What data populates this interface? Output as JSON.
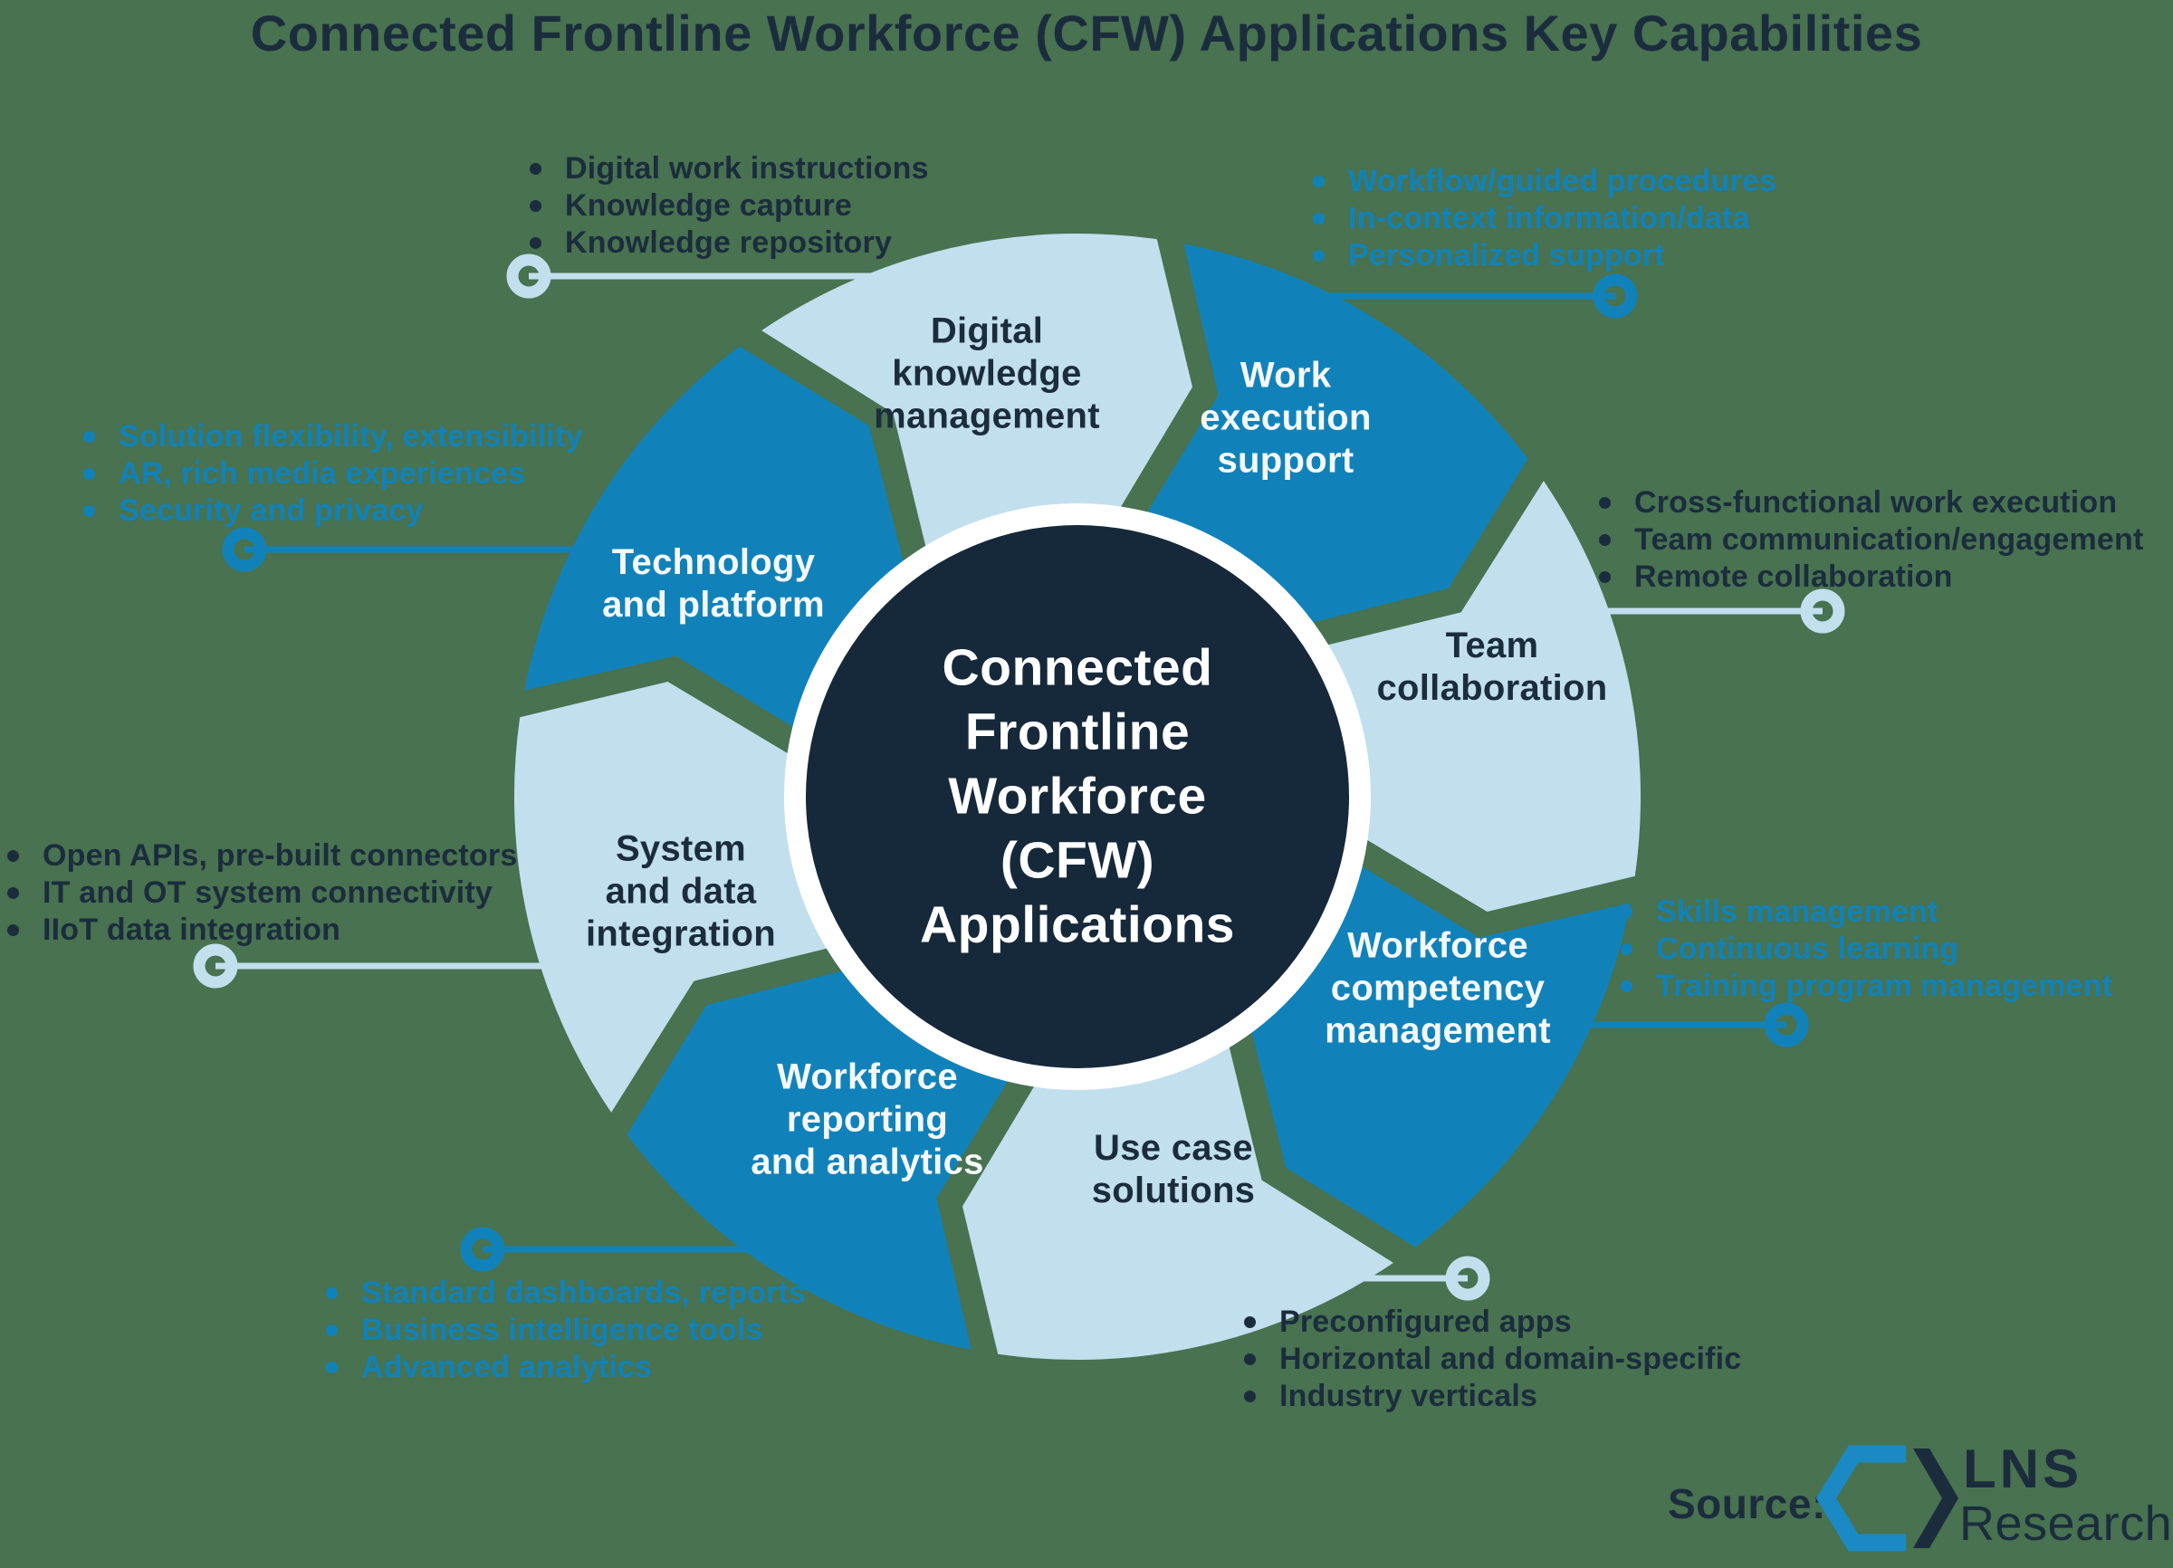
{
  "title": "Connected Frontline Workforce (CFW) Applications Key Capabilities",
  "center": {
    "label": "Connected\nFrontline\nWorkforce\n(CFW)\nApplications"
  },
  "segments": [
    {
      "id": "digital-knowledge-management",
      "label": "Digital\nknowledge\nmanagement",
      "bullets": [
        "Digital work instructions",
        "Knowledge capture",
        "Knowledge repository"
      ]
    },
    {
      "id": "work-execution-support",
      "label": "Work\nexecution\nsupport",
      "bullets": [
        "Workflow/guided procedures",
        "In-context information/data",
        "Personalized support"
      ]
    },
    {
      "id": "team-collaboration",
      "label": "Team\ncollaboration",
      "bullets": [
        "Cross-functional work execution",
        "Team communication/engagement",
        "Remote collaboration"
      ]
    },
    {
      "id": "workforce-competency-management",
      "label": "Workforce\ncompetency\nmanagement",
      "bullets": [
        "Skills management",
        "Continuous learning",
        "Training program management"
      ]
    },
    {
      "id": "use-case-solutions",
      "label": "Use case\nsolutions",
      "bullets": [
        "Preconfigured apps",
        "Horizontal and domain-specific",
        "Industry verticals"
      ]
    },
    {
      "id": "workforce-reporting-and-analytics",
      "label": "Workforce\nreporting\nand analytics",
      "bullets": [
        "Standard dashboards, reports",
        "Business intelligence tools",
        "Advanced analytics"
      ]
    },
    {
      "id": "system-and-data-integration",
      "label": "System\nand data\nintegration",
      "bullets": [
        "Open APIs, pre-built connectors",
        "IT and OT system connectivity",
        "IIoT data integration"
      ]
    },
    {
      "id": "technology-and-platform",
      "label": "Technology\nand platform",
      "bullets": [
        "Solution flexibility, extensibility",
        "AR, rich media experiences",
        "Security and privacy"
      ]
    }
  ],
  "source": {
    "prefix": "Source:",
    "brand_line1": "LNS",
    "brand_line2": "Research"
  },
  "colors": {
    "background": "#487250",
    "primary_blue": "#1182B9",
    "light_blue": "#C2DFEE",
    "dark_navy": "#1B2D3D",
    "center_navy": "#16293A",
    "white": "#FFFFFF"
  }
}
